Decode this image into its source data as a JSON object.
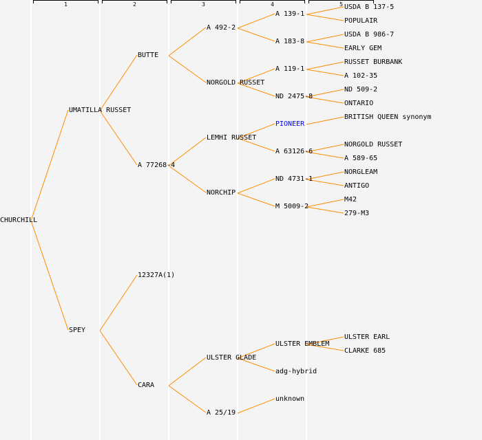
{
  "header": {
    "generations": [
      "1",
      "2",
      "3",
      "4",
      "5"
    ]
  },
  "colors": {
    "link": "#ff8c00",
    "highlight": "#0000ff",
    "text": "#000000",
    "background": "#f4f4f4"
  },
  "tree": {
    "label": "CHURCHILL",
    "parents": [
      {
        "label": "UMATILLA RUSSET",
        "parents": [
          {
            "label": "BUTTE",
            "parents": [
              {
                "label": "A 492-2",
                "parents": [
                  {
                    "label": "A 139-1",
                    "parents": [
                      {
                        "label": "USDA B 137-5"
                      },
                      {
                        "label": "POPULAIR"
                      }
                    ]
                  },
                  {
                    "label": "A 183-8",
                    "parents": [
                      {
                        "label": "USDA B 986-7"
                      },
                      {
                        "label": "EARLY GEM"
                      }
                    ]
                  }
                ]
              },
              {
                "label": "NORGOLD RUSSET",
                "parents": [
                  {
                    "label": "A 119-1",
                    "parents": [
                      {
                        "label": "RUSSET BURBANK"
                      },
                      {
                        "label": "A 102-35"
                      }
                    ]
                  },
                  {
                    "label": "ND 2475-8",
                    "parents": [
                      {
                        "label": "ND 509-2"
                      },
                      {
                        "label": "ONTARIO"
                      }
                    ]
                  }
                ]
              }
            ]
          },
          {
            "label": "A 77268-4",
            "parents": [
              {
                "label": "LEMHI RUSSET",
                "parents": [
                  {
                    "label": "PIONEER",
                    "highlight": true,
                    "parents": [
                      {
                        "label": "BRITISH QUEEN synonym"
                      },
                      null
                    ]
                  },
                  {
                    "label": "A 63126-6",
                    "parents": [
                      {
                        "label": "NORGOLD RUSSET"
                      },
                      {
                        "label": "A 589-65"
                      }
                    ]
                  }
                ]
              },
              {
                "label": "NORCHIP",
                "parents": [
                  {
                    "label": "ND 4731-1",
                    "parents": [
                      {
                        "label": "NORGLEAM"
                      },
                      {
                        "label": "ANTIGO"
                      }
                    ]
                  },
                  {
                    "label": "M 5009-2",
                    "parents": [
                      {
                        "label": "M42"
                      },
                      {
                        "label": "279-M3"
                      }
                    ]
                  }
                ]
              }
            ]
          }
        ]
      },
      {
        "label": "SPEY",
        "parents": [
          {
            "label": "12327A(1)"
          },
          {
            "label": "CARA",
            "parents": [
              {
                "label": "ULSTER GLADE",
                "parents": [
                  {
                    "label": "ULSTER EMBLEM",
                    "parents": [
                      {
                        "label": "ULSTER EARL"
                      },
                      {
                        "label": "CLARKE 685"
                      }
                    ]
                  },
                  {
                    "label": "adg-hybrid"
                  }
                ]
              },
              {
                "label": "A 25/19",
                "parents": [
                  {
                    "label": "unknown"
                  },
                  null
                ]
              }
            ]
          }
        ]
      }
    ]
  }
}
